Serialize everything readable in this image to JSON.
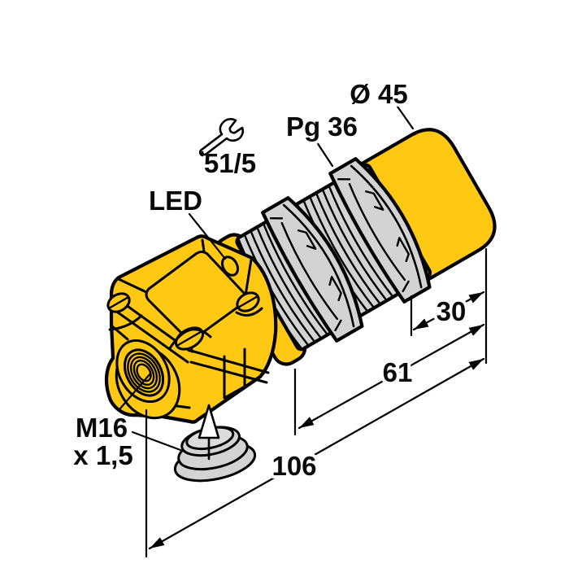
{
  "drawing": {
    "labels": {
      "diameter": "Ø 45",
      "gland_thread": "Pg 36",
      "wrench_size": "51/5",
      "led": "LED",
      "conduit_thread_1": "M16",
      "conduit_thread_2": "x 1,5"
    },
    "dimensions": {
      "barrel_length": "30",
      "thread_section": "61",
      "overall_length": "106"
    },
    "colors": {
      "body_yellow": "#ffc813",
      "metal_gray": "#d3d3d3",
      "metal_gray_light": "#dcdcdc",
      "outline": "#000000",
      "background": "#ffffff"
    },
    "icons": {
      "wrench": "wrench-icon"
    }
  }
}
